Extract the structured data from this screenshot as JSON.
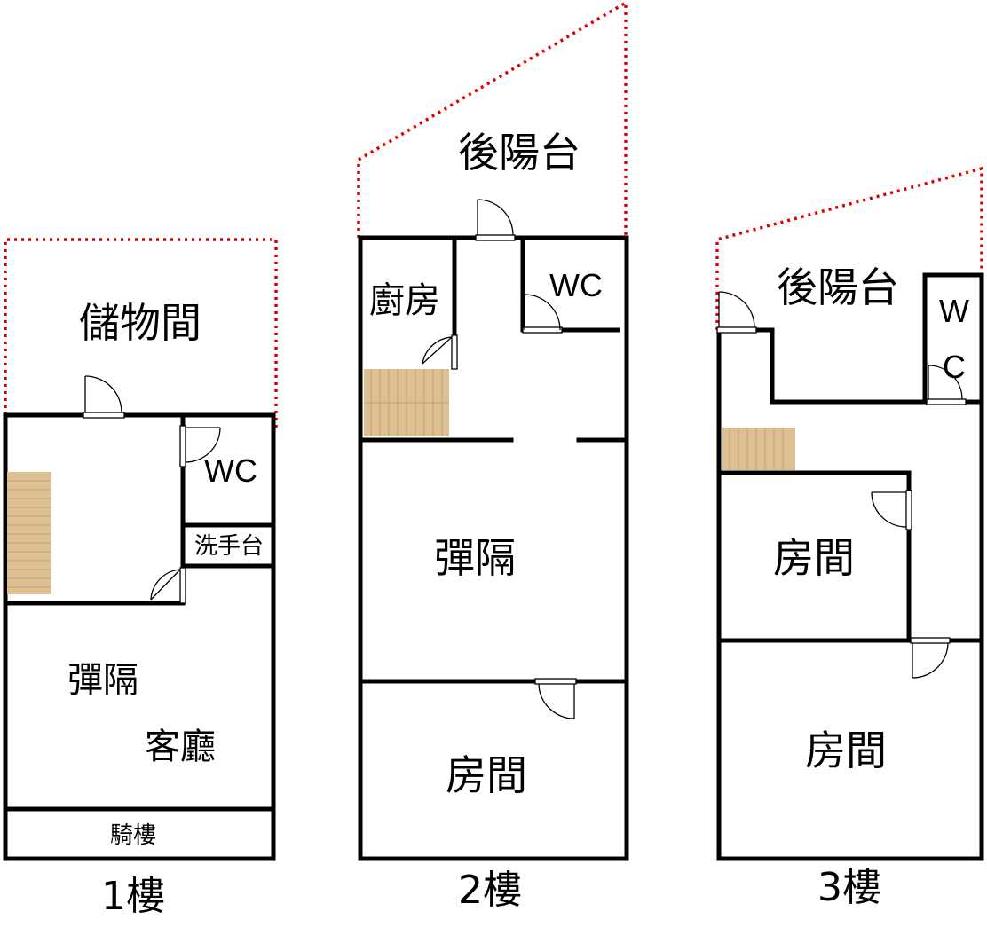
{
  "floors": [
    {
      "floor_label": "1樓",
      "rooms": {
        "storage": "儲物間",
        "wc": "WC",
        "washbasin": "洗手台",
        "flexible": "彈隔",
        "living_room": "客廳",
        "arcade": "騎樓"
      }
    },
    {
      "floor_label": "2樓",
      "rooms": {
        "rear_balcony": "後陽台",
        "kitchen": "廚房",
        "wc": "WC",
        "flexible": "彈隔",
        "bedroom": "房間"
      }
    },
    {
      "floor_label": "3樓",
      "rooms": {
        "rear_balcony": "後陽台",
        "wc_top": "W",
        "wc_bottom": "C",
        "bedroom_1": "房間",
        "bedroom_2": "房間"
      }
    }
  ],
  "colors": {
    "walls": "#000000",
    "boundary_dotted": "#e00000",
    "stairs": "#dcbf93"
  }
}
